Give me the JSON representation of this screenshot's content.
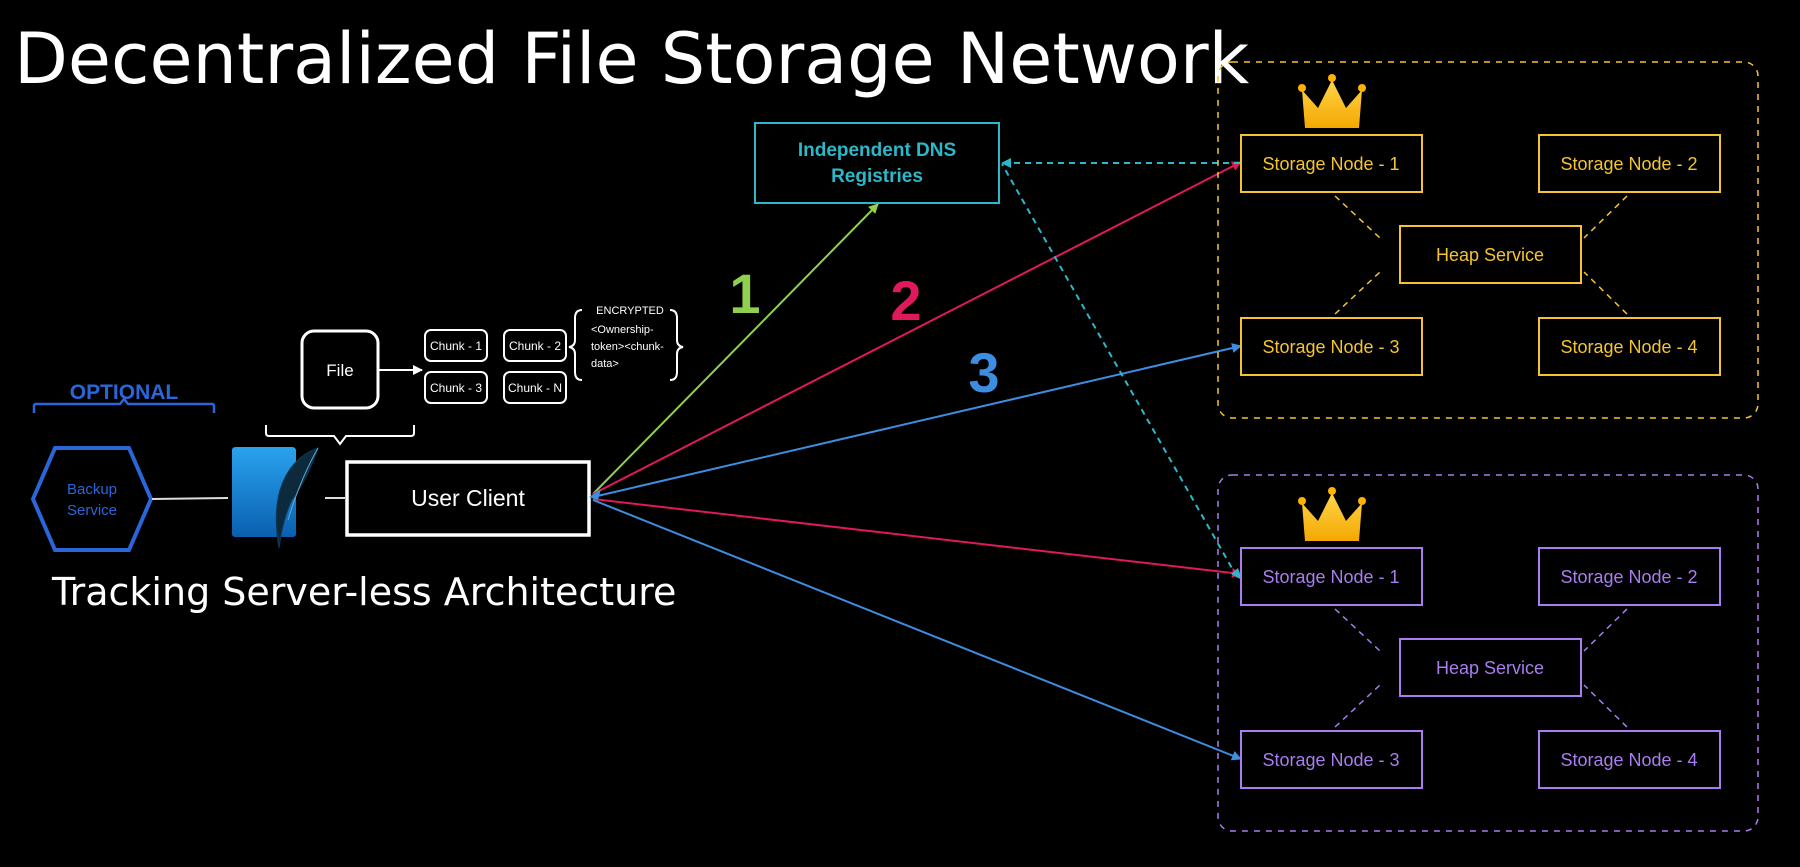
{
  "title": "Decentralized File Storage Network",
  "subtitle": "Tracking Server-less Architecture",
  "optional_label": "OPTIONAL",
  "backup_service": {
    "line1": "Backup",
    "line2": "Service"
  },
  "file_label": "File",
  "chunks": [
    "Chunk - 1",
    "Chunk - 2",
    "Chunk - 3",
    "Chunk - N"
  ],
  "encrypted": {
    "title": "ENCRYPTED",
    "line1": "<Ownership-",
    "line2": "token><chunk-",
    "line3": "data>"
  },
  "user_client": "User Client",
  "dns": {
    "line1": "Independent DNS",
    "line2": "Registries"
  },
  "steps": [
    "1",
    "2",
    "3"
  ],
  "clusters": [
    {
      "nodes": [
        "Storage Node - 1",
        "Storage Node - 2",
        "Storage Node - 3",
        "Storage Node - 4"
      ],
      "heap": "Heap Service",
      "color": "#f5c530"
    },
    {
      "nodes": [
        "Storage Node - 1",
        "Storage Node - 2",
        "Storage Node - 3",
        "Storage Node - 4"
      ],
      "heap": "Heap Service",
      "color": "#a97cf0"
    }
  ],
  "colors": {
    "step1": "#8fd14f",
    "step2": "#e0195a",
    "step3": "#3d8ee0",
    "dns": "#2bb8c9",
    "backup": "#2a66d9"
  }
}
